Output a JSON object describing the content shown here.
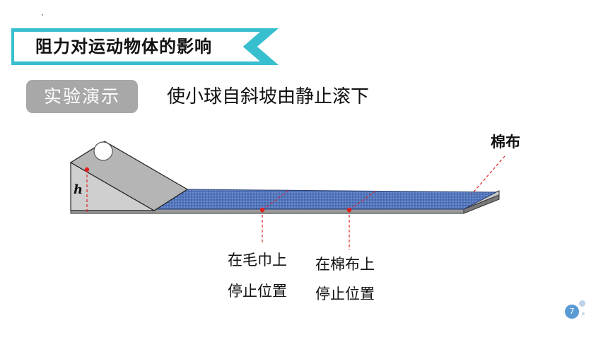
{
  "title": "阻力对运动物体的影响",
  "demo_label": "实验演示",
  "instruction": "使小球自斜坡由静止滚下",
  "diagram": {
    "height_label": "h",
    "cotton_label": "棉布",
    "towel_stop_line1": "在毛巾上",
    "towel_stop_line2": "停止位置",
    "cloth_stop_line1": "在棉布上",
    "cloth_stop_line2": "停止位置"
  },
  "page_number": "7",
  "colors": {
    "banner": "#38bfcf",
    "badge": "#a8a8a8",
    "surface": "#4a6fb5",
    "marker": "#e02020"
  }
}
